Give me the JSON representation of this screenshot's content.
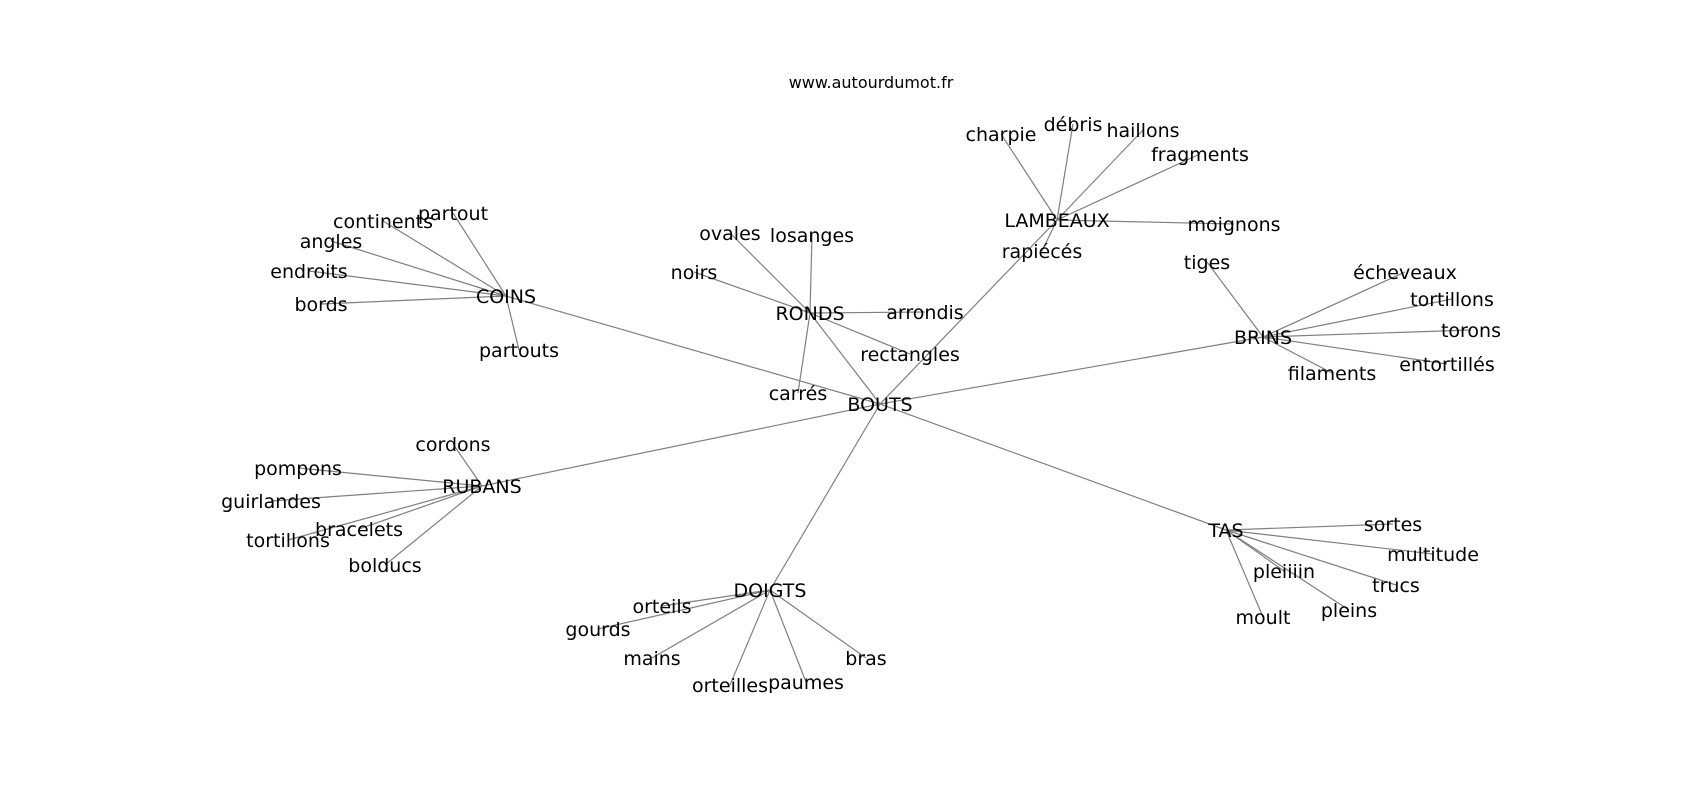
{
  "source": "www.autourdumot.fr",
  "colors": {
    "edge": "#808080",
    "text": "#000000",
    "background": "#ffffff"
  },
  "graph": {
    "center": "BOUTS",
    "groups": [
      {
        "hub": "COINS",
        "leaves": [
          "partout",
          "continents",
          "angles",
          "endroits",
          "bords",
          "partouts"
        ]
      },
      {
        "hub": "RONDS",
        "leaves": [
          "ovales",
          "losanges",
          "noirs",
          "arrondis",
          "rectangles",
          "carrés"
        ]
      },
      {
        "hub": "LAMBEAUX",
        "leaves": [
          "charpie",
          "débris",
          "haillons",
          "fragments",
          "moignons",
          "rapiécés"
        ]
      },
      {
        "hub": "BRINS",
        "leaves": [
          "tiges",
          "écheveaux",
          "tortillons",
          "torons",
          "entortillés",
          "filaments"
        ]
      },
      {
        "hub": "RUBANS",
        "leaves": [
          "cordons",
          "pompons",
          "guirlandes",
          "bracelets",
          "tortillons",
          "bolducs"
        ]
      },
      {
        "hub": "DOIGTS",
        "leaves": [
          "orteils",
          "gourds",
          "mains",
          "orteilles",
          "paumes",
          "bras"
        ]
      },
      {
        "hub": "TAS",
        "leaves": [
          "sortes",
          "multitude",
          "pleiiiin",
          "trucs",
          "pleins",
          "moult"
        ]
      }
    ]
  }
}
